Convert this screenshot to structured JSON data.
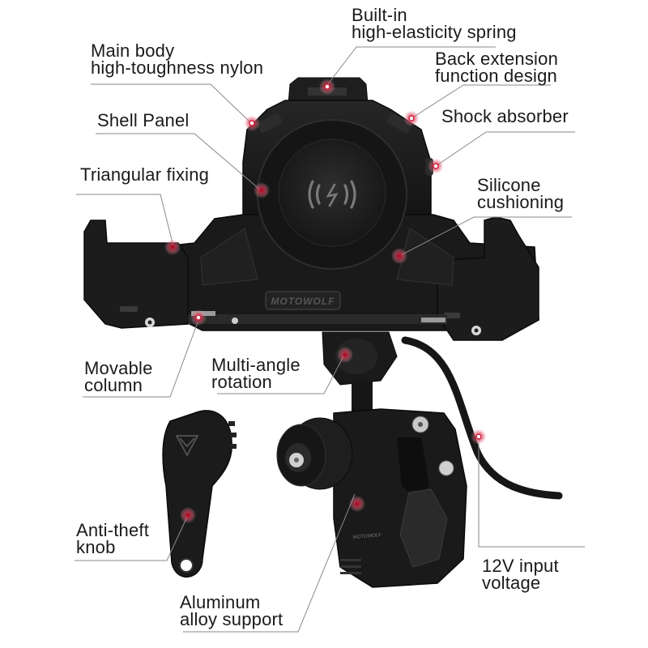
{
  "product": {
    "brand_logo": "MOTOWOLF",
    "charging_symbol": "wireless-charging-icon",
    "knob_logo": "triangle-y-logo-icon",
    "clamp_text": "MOTOWOLF"
  },
  "colors": {
    "background": "#ffffff",
    "text": "#1a1a1a",
    "leader_line": "#8a8a8a",
    "marker": "#d21f3c",
    "marker_halo": "#f3b8c2",
    "product_body": "#1c1c1c",
    "product_highlight": "#3a3a3a"
  },
  "callouts": [
    {
      "id": "main-body",
      "lines": [
        "Main body",
        "high-toughness nylon"
      ]
    },
    {
      "id": "spring",
      "lines": [
        "Built-in",
        "high-elasticity spring"
      ]
    },
    {
      "id": "back-extension",
      "lines": [
        "Back extension",
        "function design"
      ]
    },
    {
      "id": "shell-panel",
      "lines": [
        "Shell Panel"
      ]
    },
    {
      "id": "shock-absorber",
      "lines": [
        "Shock absorber"
      ]
    },
    {
      "id": "triangular-fixing",
      "lines": [
        "Triangular fixing"
      ]
    },
    {
      "id": "silicone",
      "lines": [
        "Silicone",
        "cushioning"
      ]
    },
    {
      "id": "movable-column",
      "lines": [
        "Movable",
        "column"
      ]
    },
    {
      "id": "multi-angle",
      "lines": [
        "Multi-angle",
        "rotation"
      ]
    },
    {
      "id": "anti-theft",
      "lines": [
        "Anti-theft",
        "knob"
      ]
    },
    {
      "id": "input-voltage",
      "lines": [
        "12V input",
        "voltage"
      ]
    },
    {
      "id": "aluminum",
      "lines": [
        "Aluminum",
        "alloy support"
      ]
    }
  ]
}
